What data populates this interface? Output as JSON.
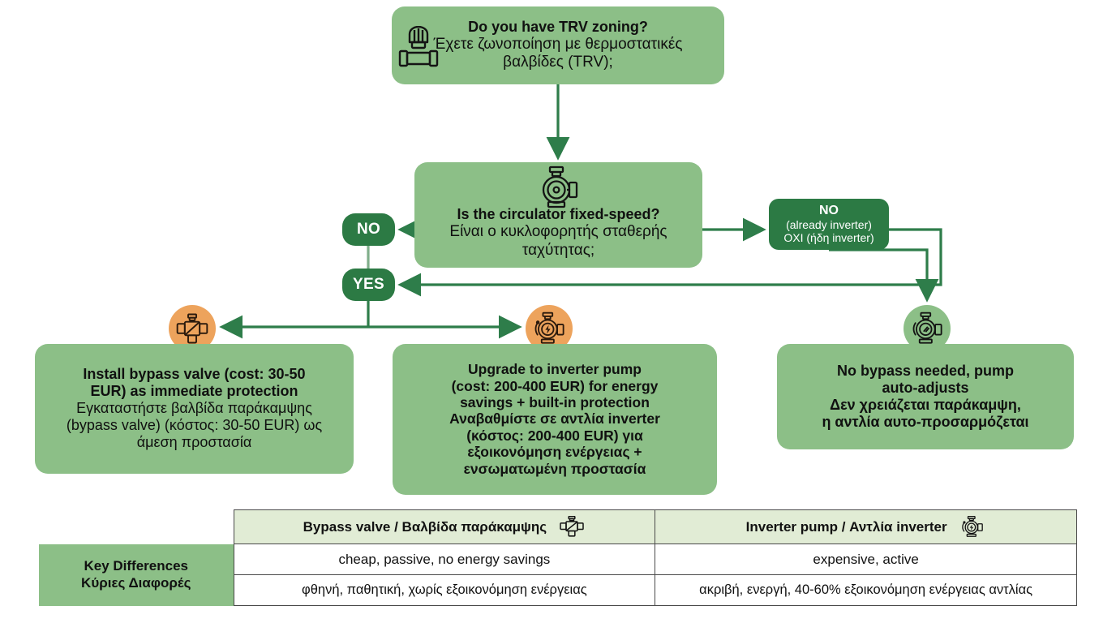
{
  "theme": {
    "box_green": "#8cbf87",
    "dark_green": "#2c7a44",
    "arrow_green": "#2e7d4a",
    "orange": "#eda35c",
    "table_header": "#e1ecd5",
    "text": "#111111"
  },
  "flow": {
    "q1": {
      "icon": "trv-valve-icon",
      "en": "Do you have TRV zoning?",
      "el_line1": "Έχετε ζωνοποίηση με θερμοστατικές",
      "el_line2": "βαλβίδες (TRV);"
    },
    "q2": {
      "icon": "circulator-pump-icon",
      "en": "Is the circulator fixed-speed?",
      "el_line1": "Είναι ο κυκλοφορητής σταθερής",
      "el_line2": "ταχύτητας;"
    },
    "badge_no": "NO",
    "badge_yes": "YES",
    "no_inverter": {
      "line1": "NO",
      "line2": "(already inverter)",
      "line3": "ΟΧΙ (ήδη inverter)"
    },
    "outcomes": [
      {
        "icon": "bypass-valve-icon",
        "icon_style": "orange",
        "en_line1": "Install bypass valve (cost: 30-50",
        "en_line2": "EUR) as immediate protection",
        "el_line1": "Εγκαταστήστε βαλβίδα παράκαμψης",
        "el_line2": "(bypass valve) (κόστος: 30-50 EUR) ως",
        "el_line3": "άμεση προστασία"
      },
      {
        "icon": "inverter-pump-icon",
        "icon_style": "orange",
        "en_line1": "Upgrade to inverter pump",
        "en_line2": "(cost: 200-400 EUR) for energy",
        "en_line3": "savings + built-in protection",
        "el_line1": "Αναβαθμίστε σε αντλία inverter",
        "el_line2": "(κόστος: 200-400 EUR) για",
        "el_line3": "εξοικονόμηση ενέργειας +",
        "el_line4": "ενσωματωμένη προστασία"
      },
      {
        "icon": "auto-adjust-pump-icon",
        "icon_style": "green",
        "en_line1": "No bypass needed, pump",
        "en_line2": "auto-adjusts",
        "el_line1": "Δεν χρειάζεται παράκαμψη,",
        "el_line2": "η αντλία αυτο-προσαρμόζεται"
      }
    ]
  },
  "table": {
    "row_label_en": "Key Differences",
    "row_label_el": "Κύριες Διαφορές",
    "headers": [
      {
        "text": "Bypass valve / Βαλβίδα παράκαμψης",
        "icon": "bypass-valve-icon"
      },
      {
        "text": "Inverter pump / Αντλία inverter",
        "icon": "inverter-pump-icon"
      }
    ],
    "rows": [
      {
        "bypass": "cheap, passive, no energy savings",
        "inverter": "expensive, active"
      },
      {
        "bypass": "φθηνή, παθητική, χωρίς εξοικονόμηση ενέργειας",
        "inverter": "ακριβή, ενεργή, 40-60% εξοικονόμηση ενέργειας αντλίας"
      }
    ]
  }
}
